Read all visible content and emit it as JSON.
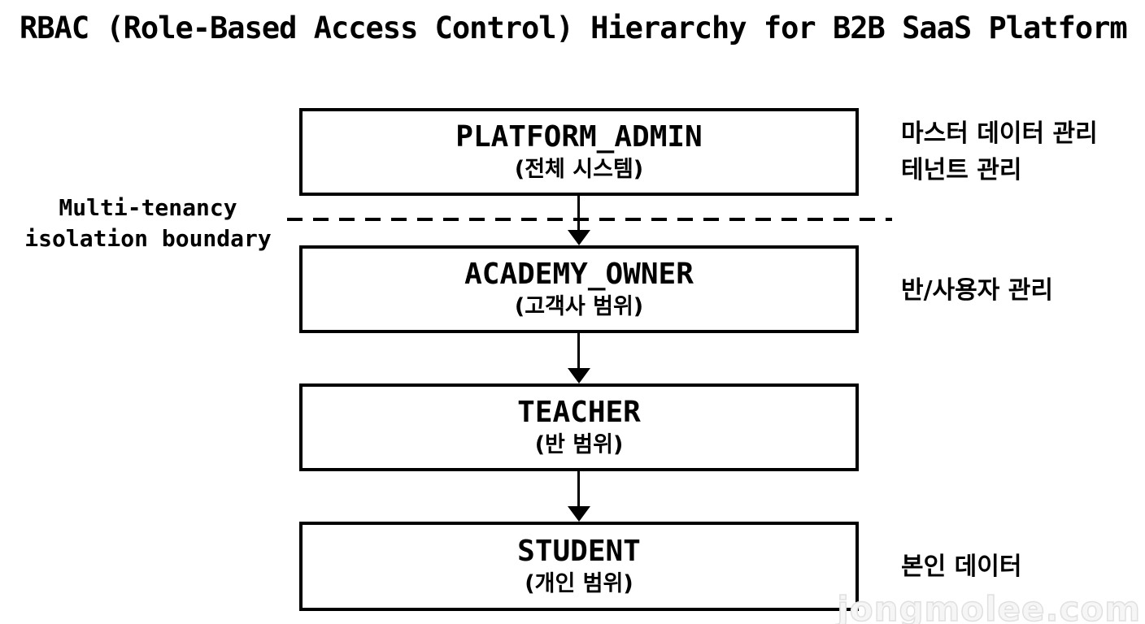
{
  "title": "RBAC (Role-Based Access Control) Hierarchy for B2B SaaS Platform",
  "boundary": {
    "label_line1": "Multi-tenancy",
    "label_line2": "isolation boundary"
  },
  "roles": [
    {
      "name": "PLATFORM_ADMIN",
      "scope": "(전체 시스템)",
      "annotation_line1": "마스터 데이터 관리",
      "annotation_line2": "테넌트 관리"
    },
    {
      "name": "ACADEMY_OWNER",
      "scope": "(고객사 범위)",
      "annotation_line1": "반/사용자 관리",
      "annotation_line2": ""
    },
    {
      "name": "TEACHER",
      "scope": "(반 범위)",
      "annotation_line1": "",
      "annotation_line2": ""
    },
    {
      "name": "STUDENT",
      "scope": "(개인 범위)",
      "annotation_line1": "본인 데이터",
      "annotation_line2": ""
    }
  ],
  "watermark": "jongmolee.com",
  "colors": {
    "ink": "#000000",
    "background": "#ffffff",
    "watermark_outline": "#e0e0e0"
  }
}
